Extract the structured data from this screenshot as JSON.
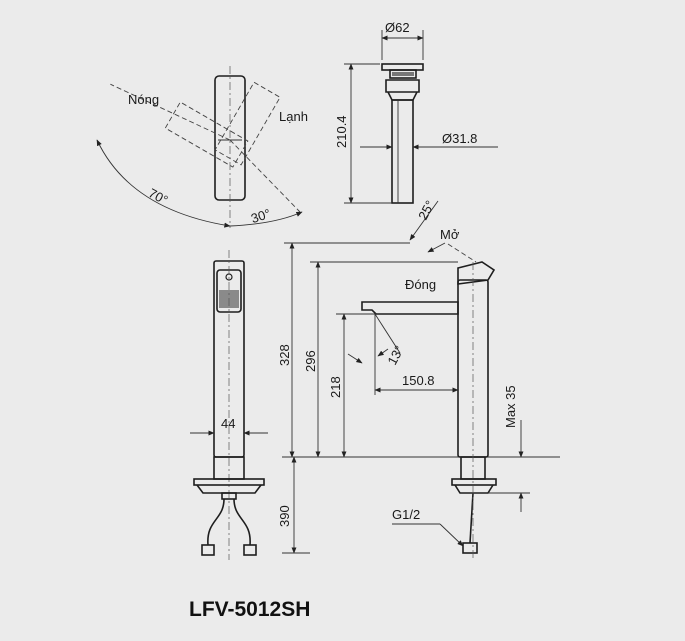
{
  "title": "LFV-5012SH",
  "top_view": {
    "hot_label": "Nóng",
    "cold_label": "Lạnh",
    "angle_left": "70°",
    "angle_right": "30°"
  },
  "drain": {
    "top_diameter": "Ø62",
    "height": "210.4",
    "pipe_diameter": "Ø31.8"
  },
  "front_view": {
    "height_total": "328",
    "height_spout_top": "296",
    "height_outlet": "218",
    "body_width": "44",
    "hose_length": "390"
  },
  "side_view": {
    "handle_angle": "25°",
    "open_label": "Mở",
    "close_label": "Đóng",
    "spout_angle": "13°",
    "reach": "150.8",
    "max_thickness": "Max 35",
    "thread": "G1/2"
  },
  "colors": {
    "background": "#ebebeb",
    "line": "#1e1e1e"
  }
}
